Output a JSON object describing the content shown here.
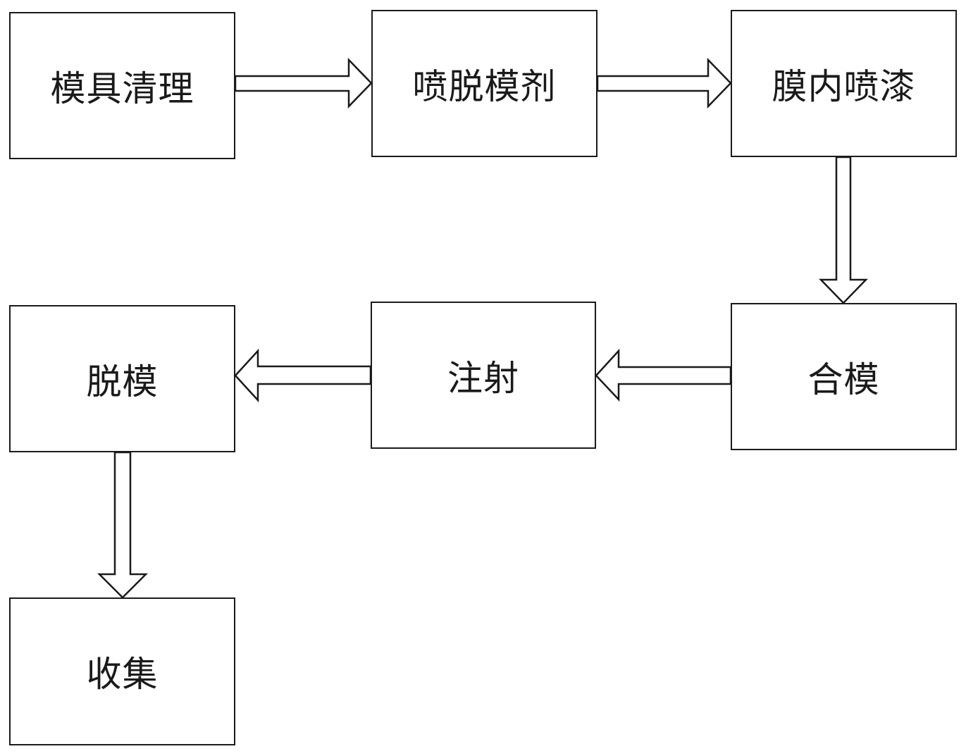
{
  "steps": [
    {
      "id": "mold-cleaning",
      "label": "模具清理"
    },
    {
      "id": "spray-release-agent",
      "label": "喷脱模剂"
    },
    {
      "id": "in-mold-painting",
      "label": "膜内喷漆"
    },
    {
      "id": "mold-closing",
      "label": "合模"
    },
    {
      "id": "injection",
      "label": "注射"
    },
    {
      "id": "demolding",
      "label": "脱模"
    },
    {
      "id": "collection",
      "label": "收集"
    }
  ],
  "connections": [
    {
      "from": "模具清理",
      "to": "喷脱模剂",
      "direction": "right"
    },
    {
      "from": "喷脱模剂",
      "to": "膜内喷漆",
      "direction": "right"
    },
    {
      "from": "膜内喷漆",
      "to": "合模",
      "direction": "down"
    },
    {
      "from": "合模",
      "to": "注射",
      "direction": "left"
    },
    {
      "from": "注射",
      "to": "脱模",
      "direction": "left"
    },
    {
      "from": "脱模",
      "to": "收集",
      "direction": "down"
    }
  ],
  "colors": {
    "stroke": "#1a1a1a",
    "fill": "#ffffff",
    "background": "#ffffff"
  }
}
